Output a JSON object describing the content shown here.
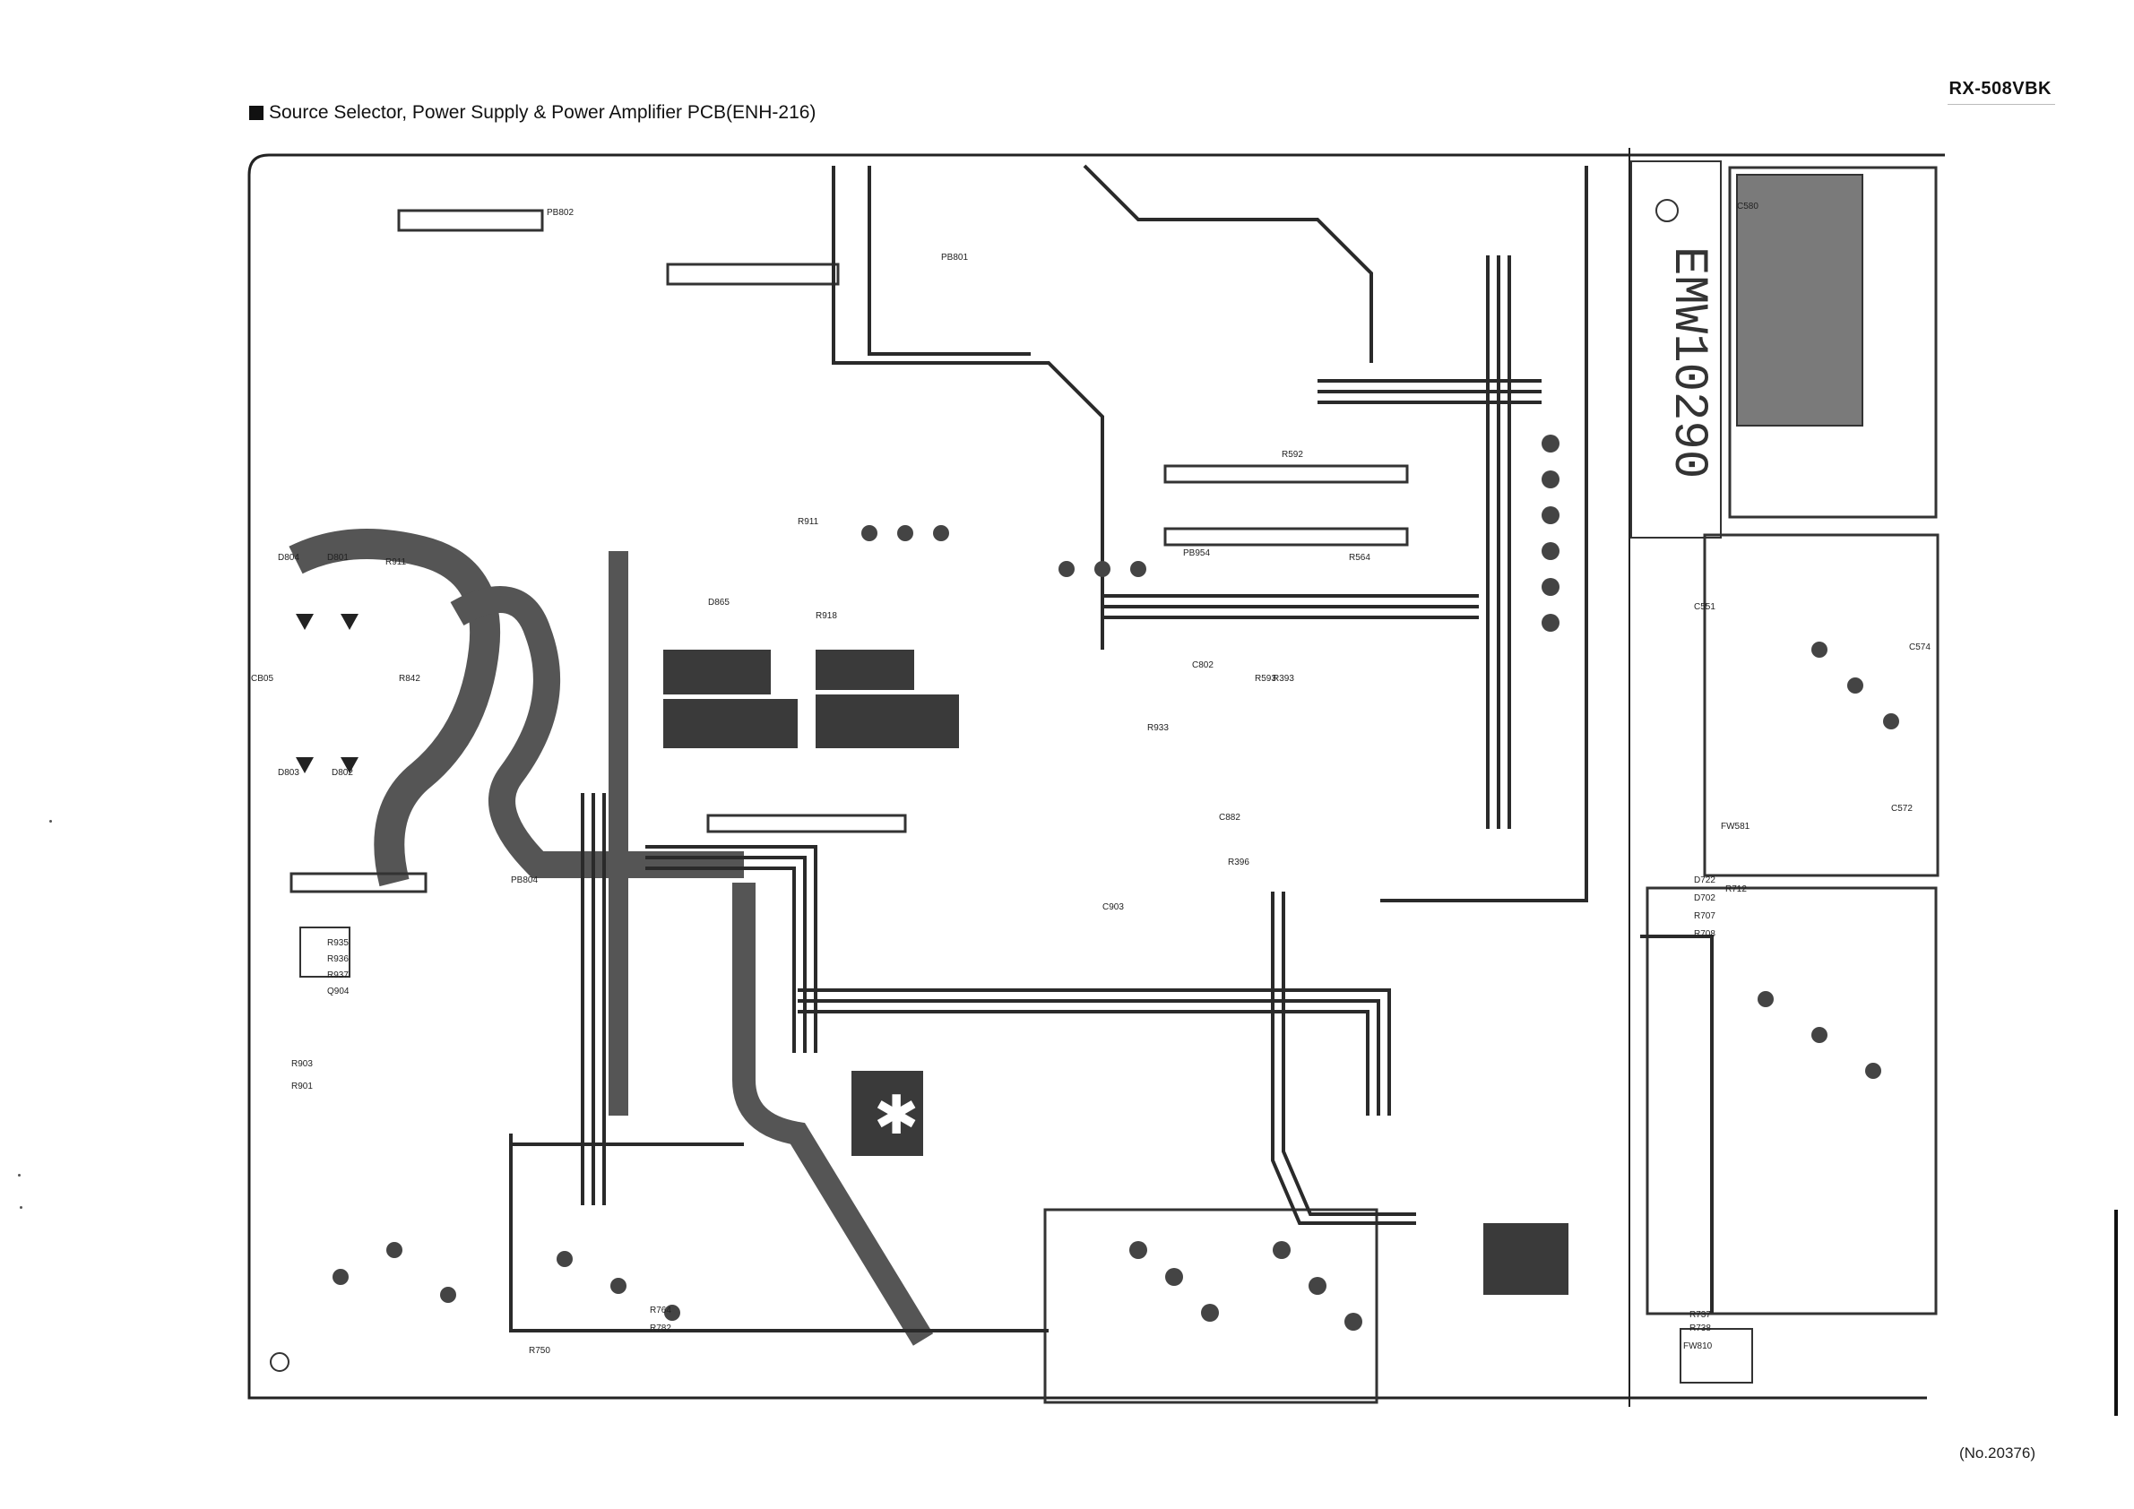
{
  "header": {
    "model": "RX-508VBK",
    "title": "Source Selector, Power Supply & Power Amplifier PCB(ENH-216)"
  },
  "board": {
    "stamp": "EMW10290",
    "labels": [
      "CB05",
      "R842",
      "R911",
      "R935",
      "R936",
      "R937",
      "Q904",
      "R903",
      "R901",
      "D865",
      "R918",
      "R933",
      "R396",
      "R393",
      "R592",
      "C802",
      "C882",
      "C903",
      "R911",
      "C551",
      "C574",
      "C572",
      "R712",
      "D702",
      "R707",
      "R708",
      "R737",
      "R738",
      "FW581",
      "FW810",
      "R750",
      "R764",
      "R782",
      "D804",
      "D801",
      "D803",
      "D802",
      "PB804",
      "PB801",
      "PB802",
      "PB954",
      "R564",
      "C580",
      "R593",
      "D722"
    ]
  },
  "footer": {
    "doc_number": "(No.20376)"
  },
  "colors": {
    "trace": "#1a1a1a",
    "copper_dark": "#3a3a3a",
    "board_line": "#222222",
    "paper": "#ffffff"
  }
}
